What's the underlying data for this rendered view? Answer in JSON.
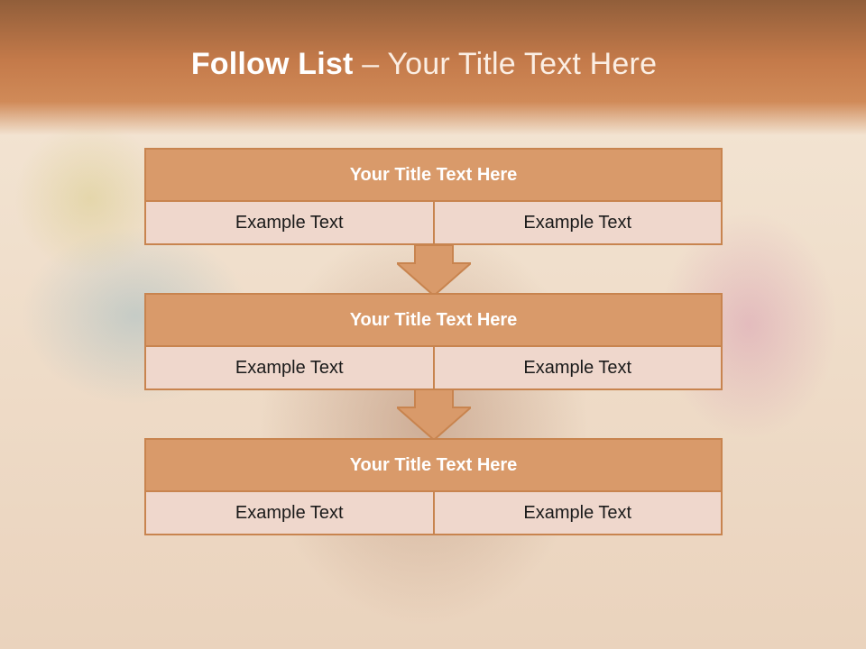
{
  "slide": {
    "title_bold": "Follow List",
    "title_rest": " – Your Title Text Here"
  },
  "blocks": [
    {
      "heading": "Your Title Text Here",
      "left": "Example Text",
      "right": "Example Text"
    },
    {
      "heading": "Your Title Text Here",
      "left": "Example Text",
      "right": "Example Text"
    },
    {
      "heading": "Your Title Text Here",
      "left": "Example Text",
      "right": "Example Text"
    }
  ],
  "colors": {
    "header": "#c47a4a",
    "box_fill": "#d99a6a",
    "box_border": "#c8844f",
    "cell_fill": "#efd7cc"
  },
  "icons": [
    "down-arrow-icon"
  ]
}
